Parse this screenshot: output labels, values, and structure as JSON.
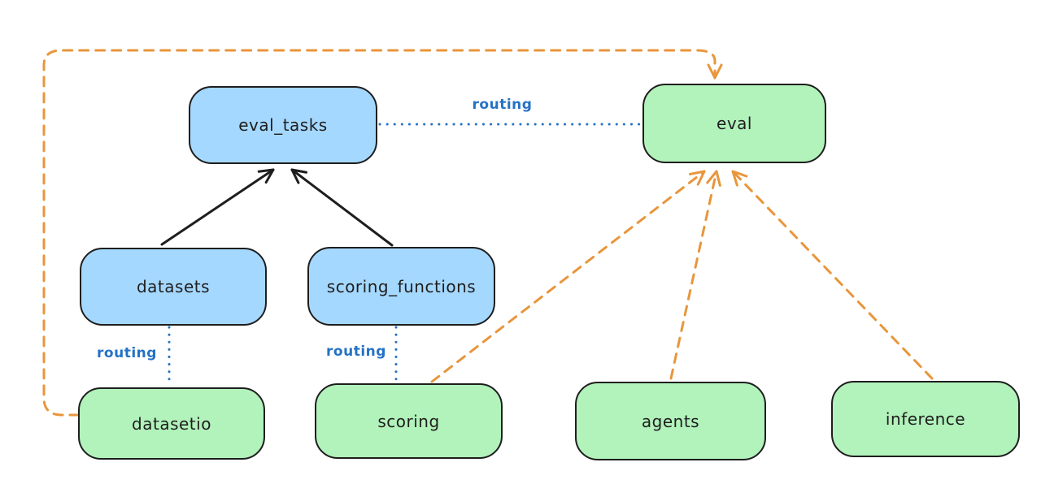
{
  "diagram": {
    "type": "architecture-flow-diagram",
    "background": "#ffffff"
  },
  "colors": {
    "blue_node_fill": "#a5d8ff",
    "green_node_fill": "#b2f2bb",
    "node_border": "#1e1e1e",
    "black_edge": "#1e1e1e",
    "blue_edge": "#2572c4",
    "orange_edge": "#e8963c"
  },
  "nodes": [
    {
      "id": "eval_tasks",
      "label": "eval_tasks",
      "color": "blue"
    },
    {
      "id": "eval",
      "label": "eval",
      "color": "green"
    },
    {
      "id": "datasets",
      "label": "datasets",
      "color": "blue"
    },
    {
      "id": "scoring_functions",
      "label": "scoring_functions",
      "color": "blue"
    },
    {
      "id": "datasetio",
      "label": "datasetio",
      "color": "green"
    },
    {
      "id": "scoring",
      "label": "scoring",
      "color": "green"
    },
    {
      "id": "agents",
      "label": "agents",
      "color": "green"
    },
    {
      "id": "inference",
      "label": "inference",
      "color": "green"
    }
  ],
  "edges": [
    {
      "from": "datasets",
      "to": "eval_tasks",
      "style": "solid-black-arrow",
      "label": ""
    },
    {
      "from": "scoring_functions",
      "to": "eval_tasks",
      "style": "solid-black-arrow",
      "label": ""
    },
    {
      "from": "eval_tasks",
      "to": "eval",
      "style": "dotted-blue",
      "label": "routing"
    },
    {
      "from": "datasets",
      "to": "datasetio",
      "style": "dotted-blue",
      "label": "routing"
    },
    {
      "from": "scoring_functions",
      "to": "scoring",
      "style": "dotted-blue",
      "label": "routing"
    },
    {
      "from": "datasetio",
      "to": "eval",
      "style": "dashed-orange-arrow",
      "label": ""
    },
    {
      "from": "scoring",
      "to": "eval",
      "style": "dashed-orange-arrow",
      "label": ""
    },
    {
      "from": "agents",
      "to": "eval",
      "style": "dashed-orange-arrow",
      "label": ""
    },
    {
      "from": "inference",
      "to": "eval",
      "style": "dashed-orange-arrow",
      "label": ""
    }
  ]
}
